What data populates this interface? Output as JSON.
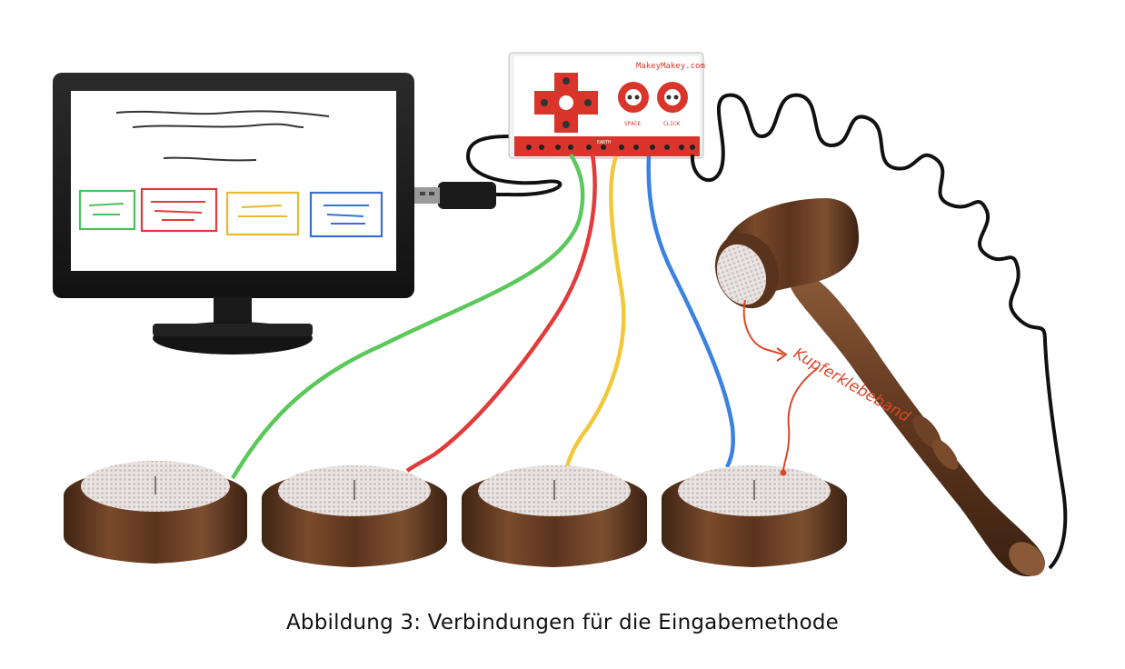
{
  "caption": "Abbildung 3: Verbindungen für die Eingabemethode",
  "makey_makey": {
    "brand_label": "MakeyMakey.com",
    "space_label": "SPACE",
    "click_label": "CLICK",
    "earth_label": "EARTH"
  },
  "annotation": {
    "label": "Kupferklebeband",
    "color": "#d9482b"
  },
  "wire_colors": {
    "green": "#5bc85a",
    "red": "#e23b3b",
    "yellow": "#f2c73a",
    "blue": "#3b82e0",
    "black": "#111111"
  },
  "screen_boxes": [
    {
      "name": "green",
      "color": "#4cc15a"
    },
    {
      "name": "red",
      "color": "#e03b3b"
    },
    {
      "name": "yellow",
      "color": "#e8b931"
    },
    {
      "name": "blue",
      "color": "#3b6fd6"
    }
  ]
}
